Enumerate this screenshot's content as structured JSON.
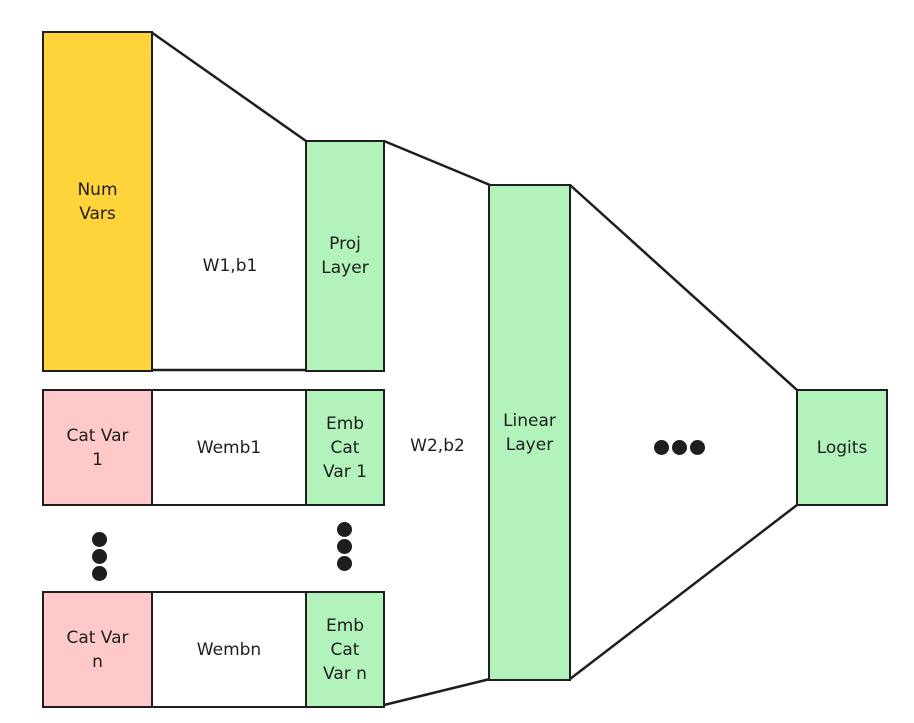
{
  "diagram": {
    "title": "",
    "colors": {
      "numeric_input": "#ffd43b",
      "categorical_input": "#ffc9c9",
      "layer": "#b2f2bb",
      "stroke": "#1e1e1e"
    },
    "inputs": {
      "numeric": "Num\nVars",
      "cat_1": "Cat Var\n1",
      "cat_n": "Cat Var\nn"
    },
    "weights": {
      "w1": "W1,b1",
      "wemb1": "Wemb1",
      "wembn": "Wembn",
      "w2": "W2,b2"
    },
    "layers": {
      "proj": "Proj\nLayer",
      "emb_1": "Emb\nCat\nVar 1",
      "emb_n": "Emb\nCat\nVar n",
      "linear": "Linear\nLayer",
      "logits": "Logits"
    },
    "ellipsis_icon": "vertical-ellipsis / horizontal-ellipsis"
  }
}
